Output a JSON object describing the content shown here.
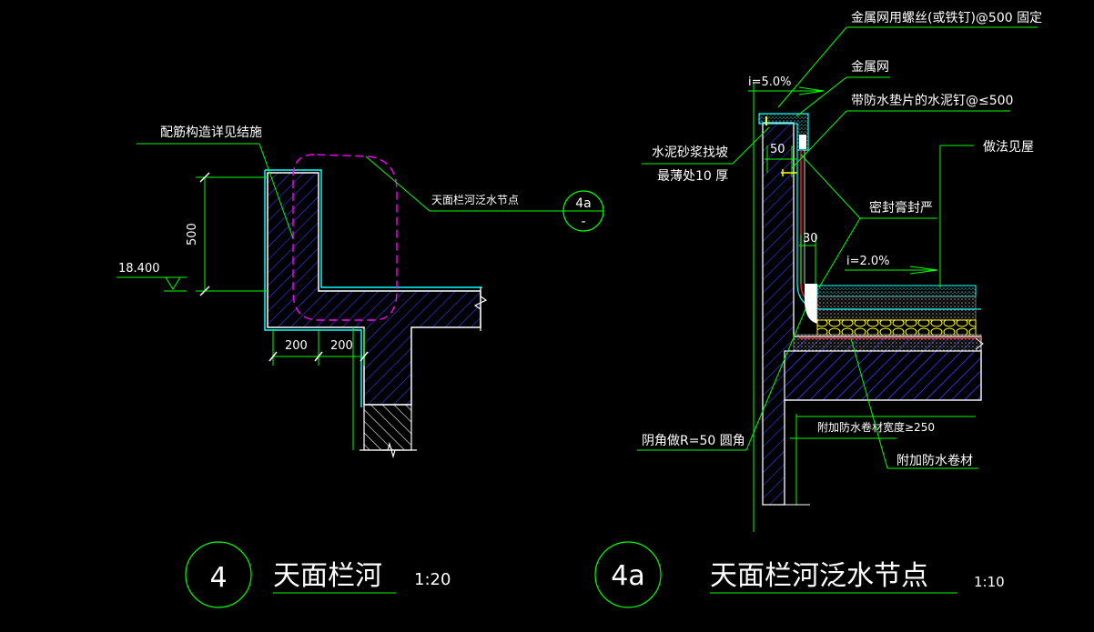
{
  "colors": {
    "background": "#000000",
    "leader": "#00ff00",
    "outline": "#ffffff",
    "concrete_hatch": "#4444ff",
    "cyan_layer": "#00ffff",
    "magenta_cloud": "#ff00ff",
    "yellow": "#ffff00",
    "red": "#ff2020"
  },
  "detail_4": {
    "callout_rebar": "配筋构造详见结施",
    "callout_ref": "天面栏河泛水节点",
    "ref_bubble_top": "4a",
    "ref_bubble_bottom": "-",
    "dim_height": "500",
    "elevation": "18.400",
    "dim_w1": "200",
    "dim_w2": "200"
  },
  "detail_4a": {
    "label_screw": "金属网用螺丝(或铁钉)@500  固定",
    "label_mesh": "金属网",
    "label_nail": "带防水垫片的水泥钉@≤500",
    "label_mortar1": "水泥砂浆找坡",
    "label_mortar2": "最薄处10 厚",
    "label_slope_top": "i=5.0%",
    "label_dim_50": "50",
    "label_practice": "做法见屋",
    "label_sealant": "密封膏封严",
    "label_dim_30": "30",
    "label_slope_roof": "i=2.0%",
    "label_width": "附加防水卷材宽度≥250",
    "label_fillet": "阴角做R=50  圆角",
    "label_extra": "附加防水卷材"
  },
  "titles": {
    "t4_num": "4",
    "t4_name": "天面栏河",
    "t4_scale": "1:20",
    "t4a_num": "4a",
    "t4a_name": "天面栏河泛水节点",
    "t4a_scale": "1:10"
  }
}
